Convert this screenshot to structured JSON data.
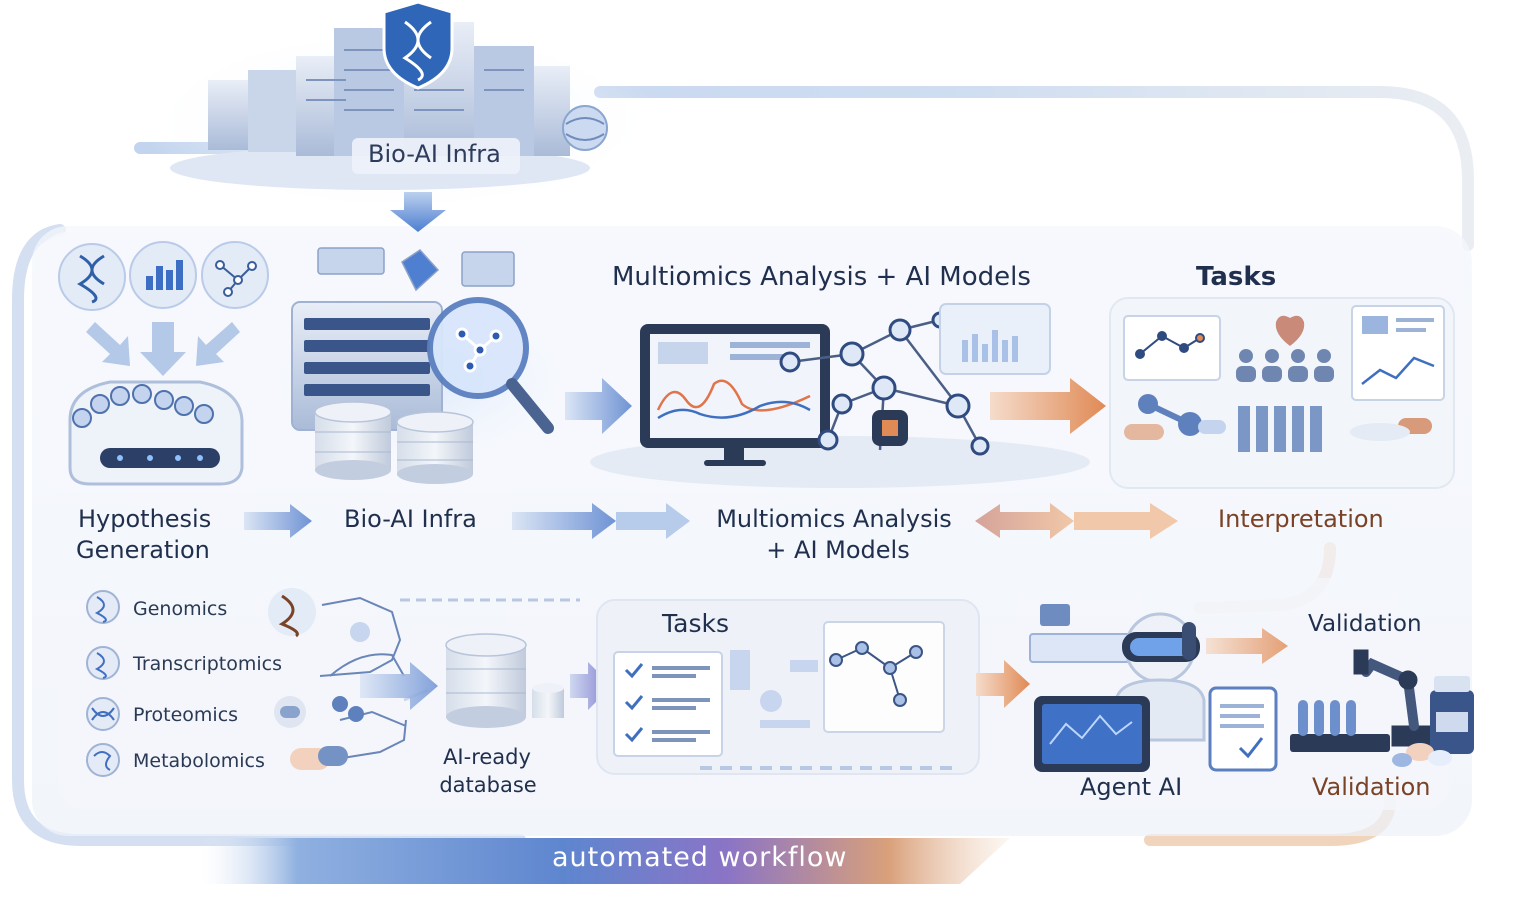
{
  "infra_top": {
    "title": "Bio-AI Infra"
  },
  "panel_headers": {
    "multiomics": "Multiomics Analysis + AI Models",
    "tasks": "Tasks"
  },
  "stages": [
    {
      "line1": "Hypothesis",
      "line2": "Generation"
    },
    {
      "line1": "Bio-AI Infra"
    },
    {
      "line1": "Multiomics Analysis",
      "line2": "+ AI Models"
    },
    {
      "line1": "Interpretation"
    }
  ],
  "omics_sources": [
    "Genomics",
    "Transcriptomics",
    "Proteomics",
    "Metabolomics"
  ],
  "database": {
    "line1": "AI-ready",
    "line2": "database"
  },
  "tasks_panel": {
    "title": "Tasks"
  },
  "agent": {
    "label": "Agent AI"
  },
  "validation": {
    "top": "Validation",
    "bottom": "Validation"
  },
  "workflow": {
    "label": "automated workflow"
  },
  "colors": {
    "navy": "#1f2f4d",
    "blue_accent": "#3f6fc0",
    "light_blue": "#cddcf2",
    "warm_orange": "#e08a55",
    "purple": "#8a6fc0",
    "interpretation_text": "#7a4226"
  },
  "icons": [
    "dna-icon",
    "bar-chart-icon",
    "network-icon",
    "shield-dna-icon",
    "magnifier-icon",
    "database-icon",
    "monitor-icon",
    "heart-icon",
    "people-icon",
    "robot-icon",
    "tablet-icon",
    "checklist-icon",
    "robot-arm-icon",
    "test-tubes-icon",
    "pill-icon"
  ]
}
